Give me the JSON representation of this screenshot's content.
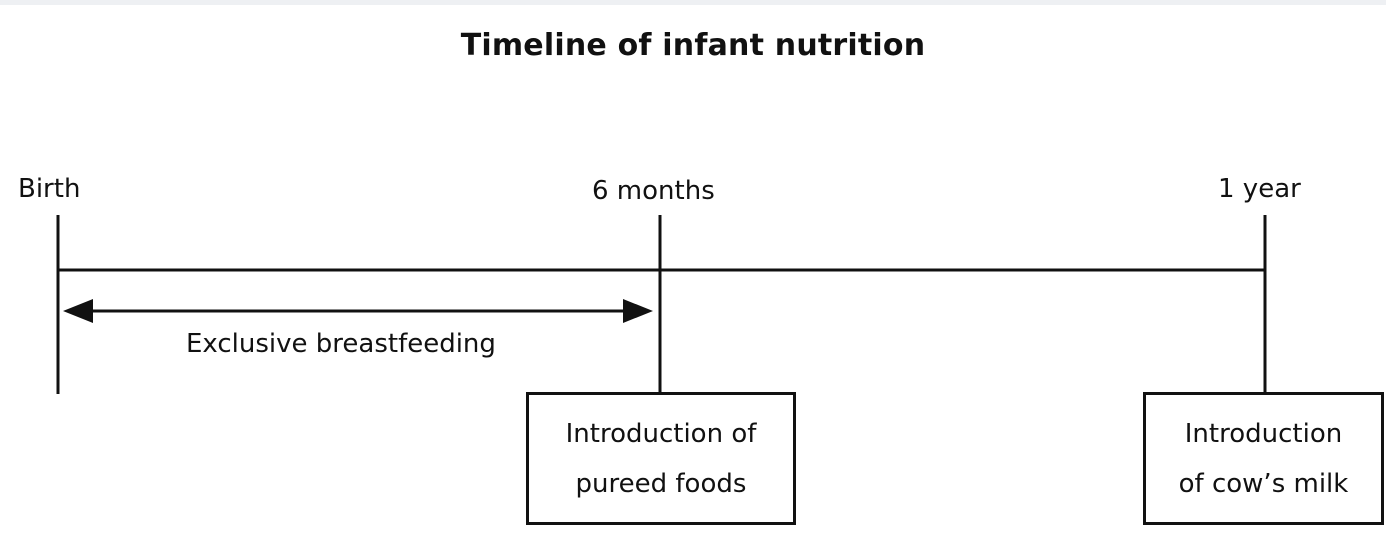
{
  "title": "Timeline of infant nutrition",
  "milestones": [
    {
      "label": "Birth"
    },
    {
      "label": "6 months"
    },
    {
      "label": "1 year"
    }
  ],
  "span": {
    "label": "Exclusive breastfeeding"
  },
  "boxes": [
    {
      "line1": "Introduction of",
      "line2": "pureed foods"
    },
    {
      "line1": "Introduction",
      "line2": "of cow’s milk"
    }
  ],
  "colors": {
    "line": "#111111",
    "background": "#ffffff"
  }
}
